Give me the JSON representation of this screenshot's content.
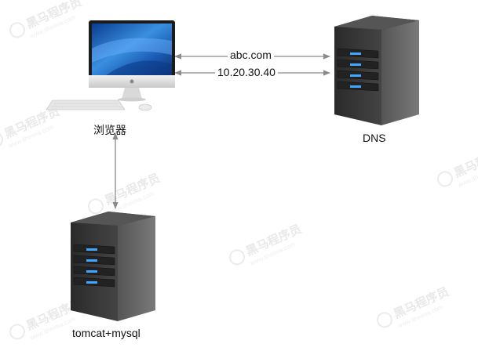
{
  "nodes": {
    "browser": {
      "label": "浏览器"
    },
    "dns": {
      "label": "DNS"
    },
    "app_server": {
      "label": "tomcat+mysql"
    }
  },
  "edges": {
    "request_label": "abc.com",
    "response_label": "10.20.30.40"
  },
  "watermark": {
    "text": "黑马程序员",
    "sub": "www.itheima.com"
  }
}
